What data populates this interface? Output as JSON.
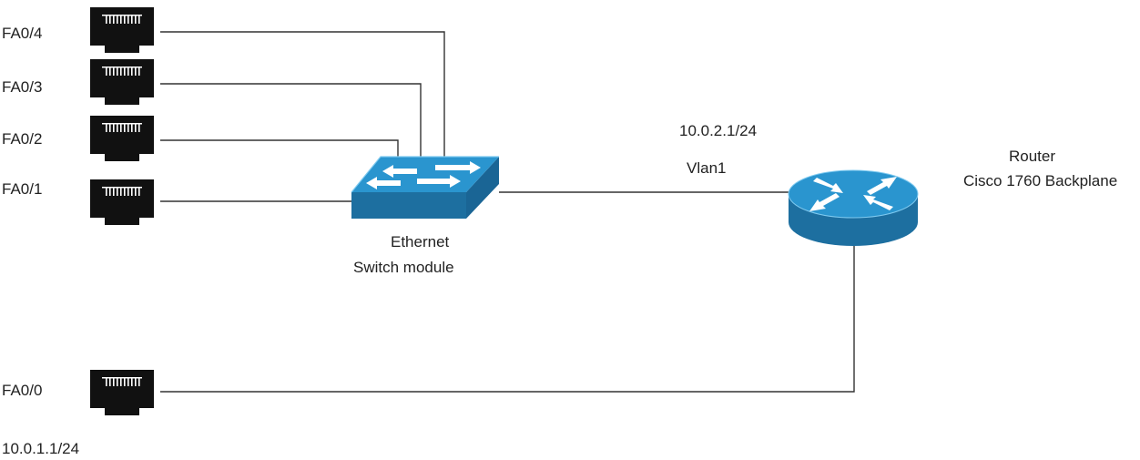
{
  "ports": {
    "fa04": {
      "label": "FA0/4"
    },
    "fa03": {
      "label": "FA0/3"
    },
    "fa02": {
      "label": "FA0/2"
    },
    "fa01": {
      "label": "FA0/1"
    },
    "fa00": {
      "label": "FA0/0",
      "ip": "10.0.1.1/24"
    }
  },
  "switch": {
    "line1": "Ethernet",
    "line2": "Switch module"
  },
  "link": {
    "ip": "10.0.2.1/24",
    "vlan": "Vlan1"
  },
  "router": {
    "line1": "Router",
    "line2": "Cisco 1760 Backplane"
  },
  "colors": {
    "device_blue": "#2a95cf",
    "device_blue_dark": "#1d6fa0",
    "device_blue_light": "#58b6e3",
    "port_black": "#111111",
    "wire": "#333333"
  }
}
